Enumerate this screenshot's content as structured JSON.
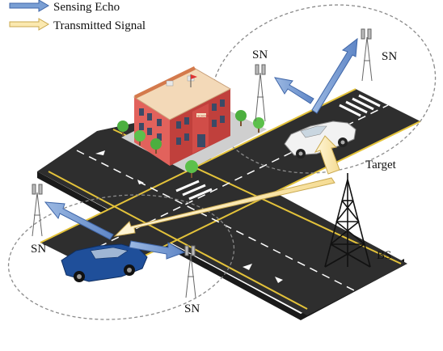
{
  "legend": {
    "sensing_echo": "Sensing Echo",
    "transmitted_signal": "Transmitted Signal"
  },
  "labels": {
    "sn_top_left": "SN",
    "sn_top_right": "SN",
    "sn_left": "SN",
    "sn_bottom": "SN",
    "target": "Target",
    "bs": "BS",
    "school_sign": "SCHOOL"
  },
  "colors": {
    "echo_fill": "#7a9fd4",
    "echo_stroke": "#3f66a8",
    "signal_fill": "#fbe9b0",
    "signal_stroke": "#c9a84e",
    "road": "#2e2e2e",
    "road_side": "#1a1a1a",
    "lane_yellow": "#e3c23a",
    "building_red": "#d9534f",
    "roof": "#f3d9b8",
    "tree": "#4caf3f",
    "car_blue": "#1f4f9a",
    "car_white": "#f2f2f2"
  }
}
